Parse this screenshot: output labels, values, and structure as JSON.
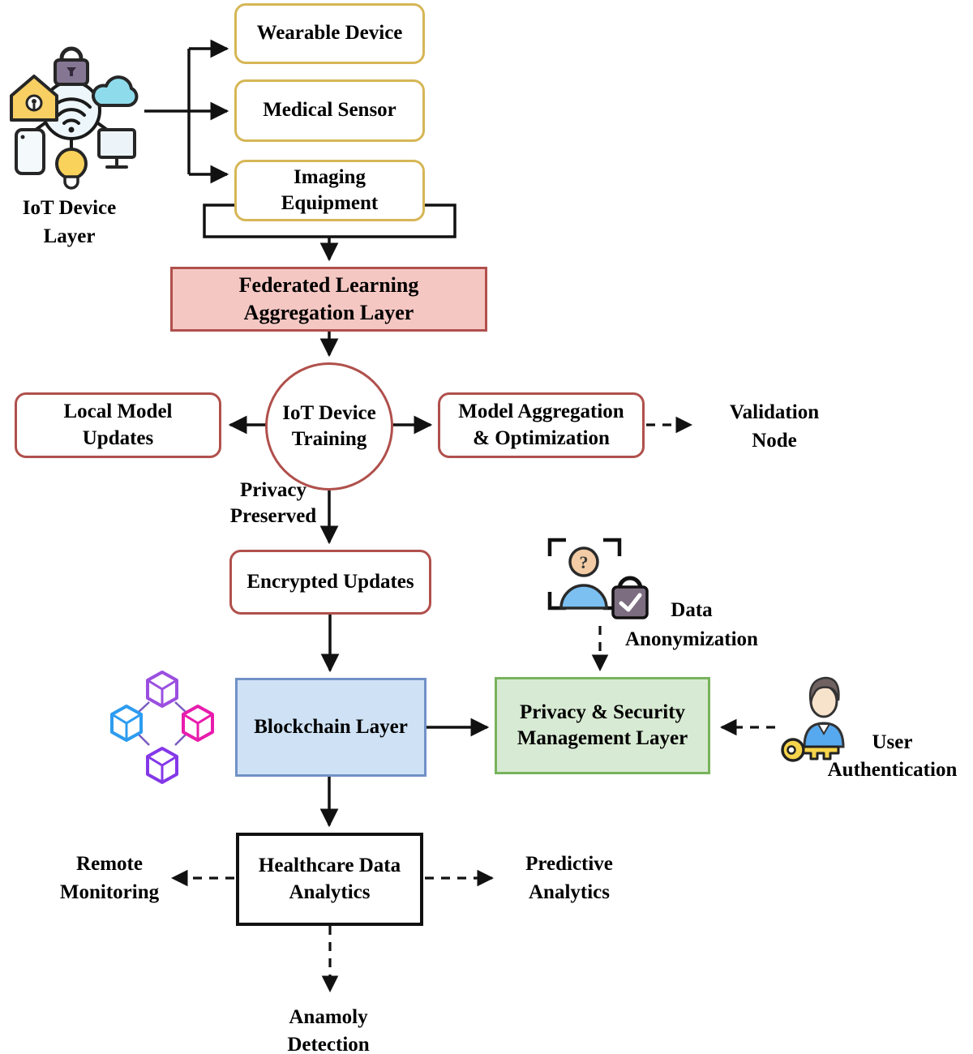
{
  "nodes": {
    "iot_layer": {
      "lines": [
        "IoT Device",
        "Layer"
      ]
    },
    "wearable": {
      "lines": [
        "Wearable Device"
      ]
    },
    "medical": {
      "lines": [
        "Medical Sensor"
      ]
    },
    "imaging": {
      "lines": [
        "Imaging",
        "Equipment"
      ]
    },
    "fl_aggregation": {
      "lines": [
        "Federated Learning",
        "Aggregation Layer"
      ]
    },
    "training": {
      "lines": [
        "IoT Device",
        "Training"
      ]
    },
    "local_updates": {
      "lines": [
        "Local Model",
        "Updates"
      ]
    },
    "model_aggregation": {
      "lines": [
        "Model Aggregation",
        "& Optimization"
      ]
    },
    "validation": {
      "lines": [
        "Validation",
        "Node"
      ]
    },
    "privacy_preserved": {
      "lines": [
        "Privacy",
        "Preserved"
      ]
    },
    "encrypted": {
      "lines": [
        "Encrypted Updates"
      ]
    },
    "data_anonymization": {
      "lines": [
        "Data",
        "Anonymization"
      ]
    },
    "blockchain": {
      "lines": [
        "Blockchain Layer"
      ]
    },
    "privacy_security": {
      "lines": [
        "Privacy & Security",
        "Management Layer"
      ]
    },
    "user_authentication": {
      "lines": [
        "User",
        "Authentication"
      ]
    },
    "healthcare_analytics": {
      "lines": [
        "Healthcare Data",
        "Analytics"
      ]
    },
    "remote_monitoring": {
      "lines": [
        "Remote",
        "Monitoring"
      ]
    },
    "predictive_analytics": {
      "lines": [
        "Predictive",
        "Analytics"
      ]
    },
    "anomaly_detection": {
      "lines": [
        "Anamoly",
        "Detection"
      ]
    }
  },
  "colors": {
    "yellow_border": "#d6b656",
    "red_border": "#b0504c",
    "pink_fill": "#f5c7c3",
    "blue_border": "#7191c7",
    "blue_fill": "#cfe2f5",
    "green_border": "#77b35c",
    "green_fill": "#d7ead3",
    "line": "#111111"
  },
  "icon_names": [
    "iot-hub-icon",
    "wifi-icon",
    "lock-icon",
    "smart-home-icon",
    "cloud-icon",
    "smartphone-icon",
    "lightbulb-icon",
    "monitor-icon",
    "blockchain-cubes-icon",
    "anonymous-user-icon",
    "lock-check-icon",
    "user-icon",
    "key-icon"
  ]
}
